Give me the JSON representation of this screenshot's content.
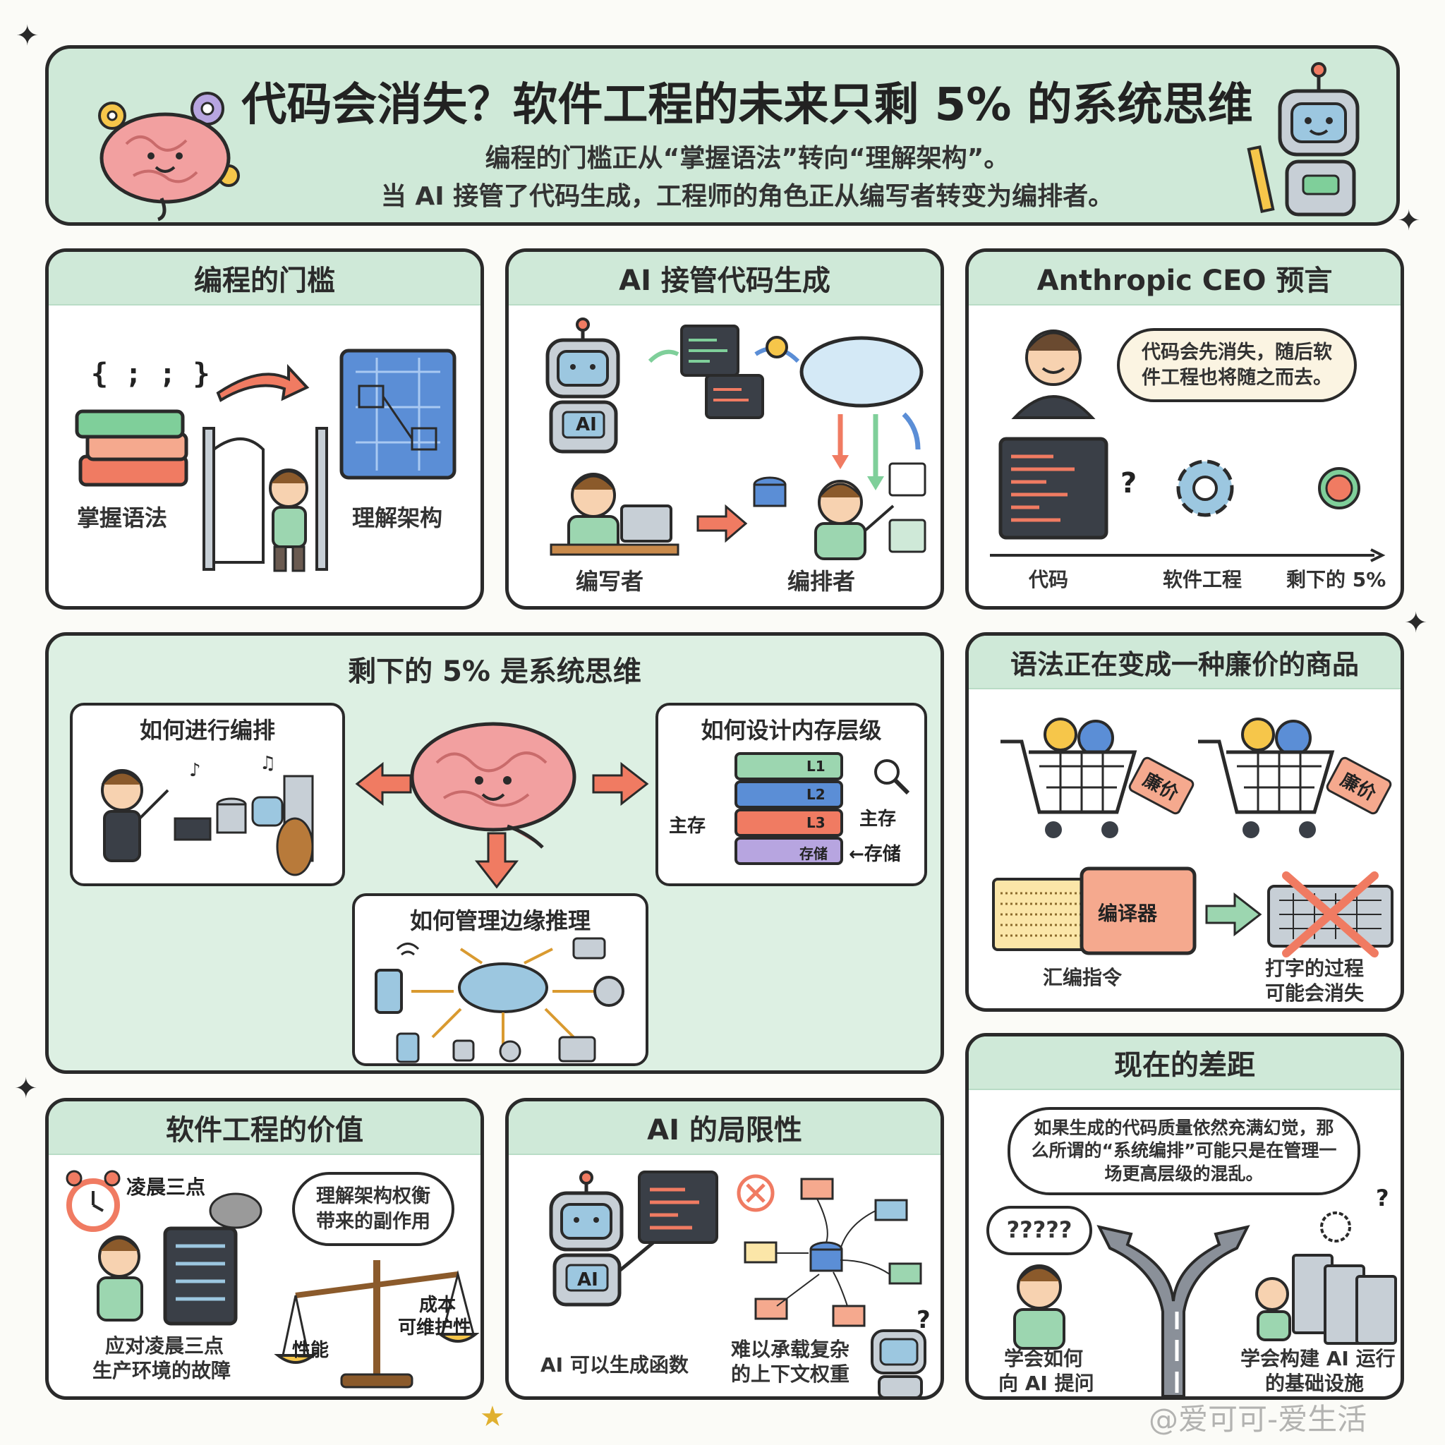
{
  "header": {
    "title": "代码会消失？软件工程的未来只剩 5% 的系统思维",
    "subtitle_1": "编程的门槛正从“掌握语法”转向“理解架构”。",
    "subtitle_2": "当 AI 接管了代码生成，工程师的角色正从编写者转变为编排者。"
  },
  "panels": {
    "threshold": {
      "title": "编程的门槛",
      "left_label": "掌握语法",
      "right_label": "理解架构",
      "code_glyph": "{ ; ; }"
    },
    "ai_takeover": {
      "title": "AI 接管代码生成",
      "robot_label": "AI",
      "writer_label": "编写者",
      "orchestrator_label": "编排者"
    },
    "ceo": {
      "title": "Anthropic CEO 预言",
      "quote": "代码会先消失，随后软件工程也将随之而去。",
      "axis_labels": [
        "代码",
        "软件工程",
        "剩下的 5%"
      ],
      "question_mark": "?"
    },
    "systems": {
      "title": "剩下的 5% 是系统思维",
      "orchestration": "如何进行编排",
      "memory": "如何设计内存层级",
      "edge": "如何管理边缘推理",
      "memory_levels": [
        "L1",
        "L2",
        "L3",
        "存储"
      ],
      "memory_side_labels": {
        "left": "主存",
        "right_top": "主存",
        "right_bottom": "←存储"
      }
    },
    "commodity": {
      "title": "语法正在变成一种廉价的商品",
      "price_tag": "廉价",
      "compiler_label": "编译器",
      "assembly_label": "汇编指令",
      "typing_label_1": "打字的过程",
      "typing_label_2": "可能会消失"
    },
    "value": {
      "title": "软件工程的价值",
      "time_label": "凌晨三点",
      "bubble": "理解架构权衡带来的副作用",
      "caption_1": "应对凌晨三点",
      "caption_2": "生产环境的故障",
      "scale_left": "性能",
      "scale_right_1": "成本",
      "scale_right_2": "可维护性"
    },
    "limits": {
      "title": "AI 的局限性",
      "robot_label": "AI",
      "caption_left": "AI 可以生成函数",
      "caption_right_1": "难以承载复杂",
      "caption_right_2": "的上下文权重",
      "question_mark": "?"
    },
    "gap": {
      "title": "现在的差距",
      "bubble": "如果生成的代码质量依然充满幻觉，那么所谓的“系统编排”可能只是在管理一场更高层级的混乱。",
      "thought": "?????",
      "caption_left_1": "学会如何",
      "caption_left_2": "向 AI 提问",
      "caption_right_1": "学会构建 AI 运行",
      "caption_right_2": "的基础设施",
      "question_mark": "?"
    }
  },
  "watermark": "@爱可可-爱生活",
  "colors": {
    "panel_header": "#cfe9d8",
    "panel_tint": "#ddf0e3",
    "accent_coral": "#f07b62",
    "robot_blue": "#9cc7e0",
    "brain_pink": "#f2a0a0",
    "outline": "#2a2a2a"
  }
}
